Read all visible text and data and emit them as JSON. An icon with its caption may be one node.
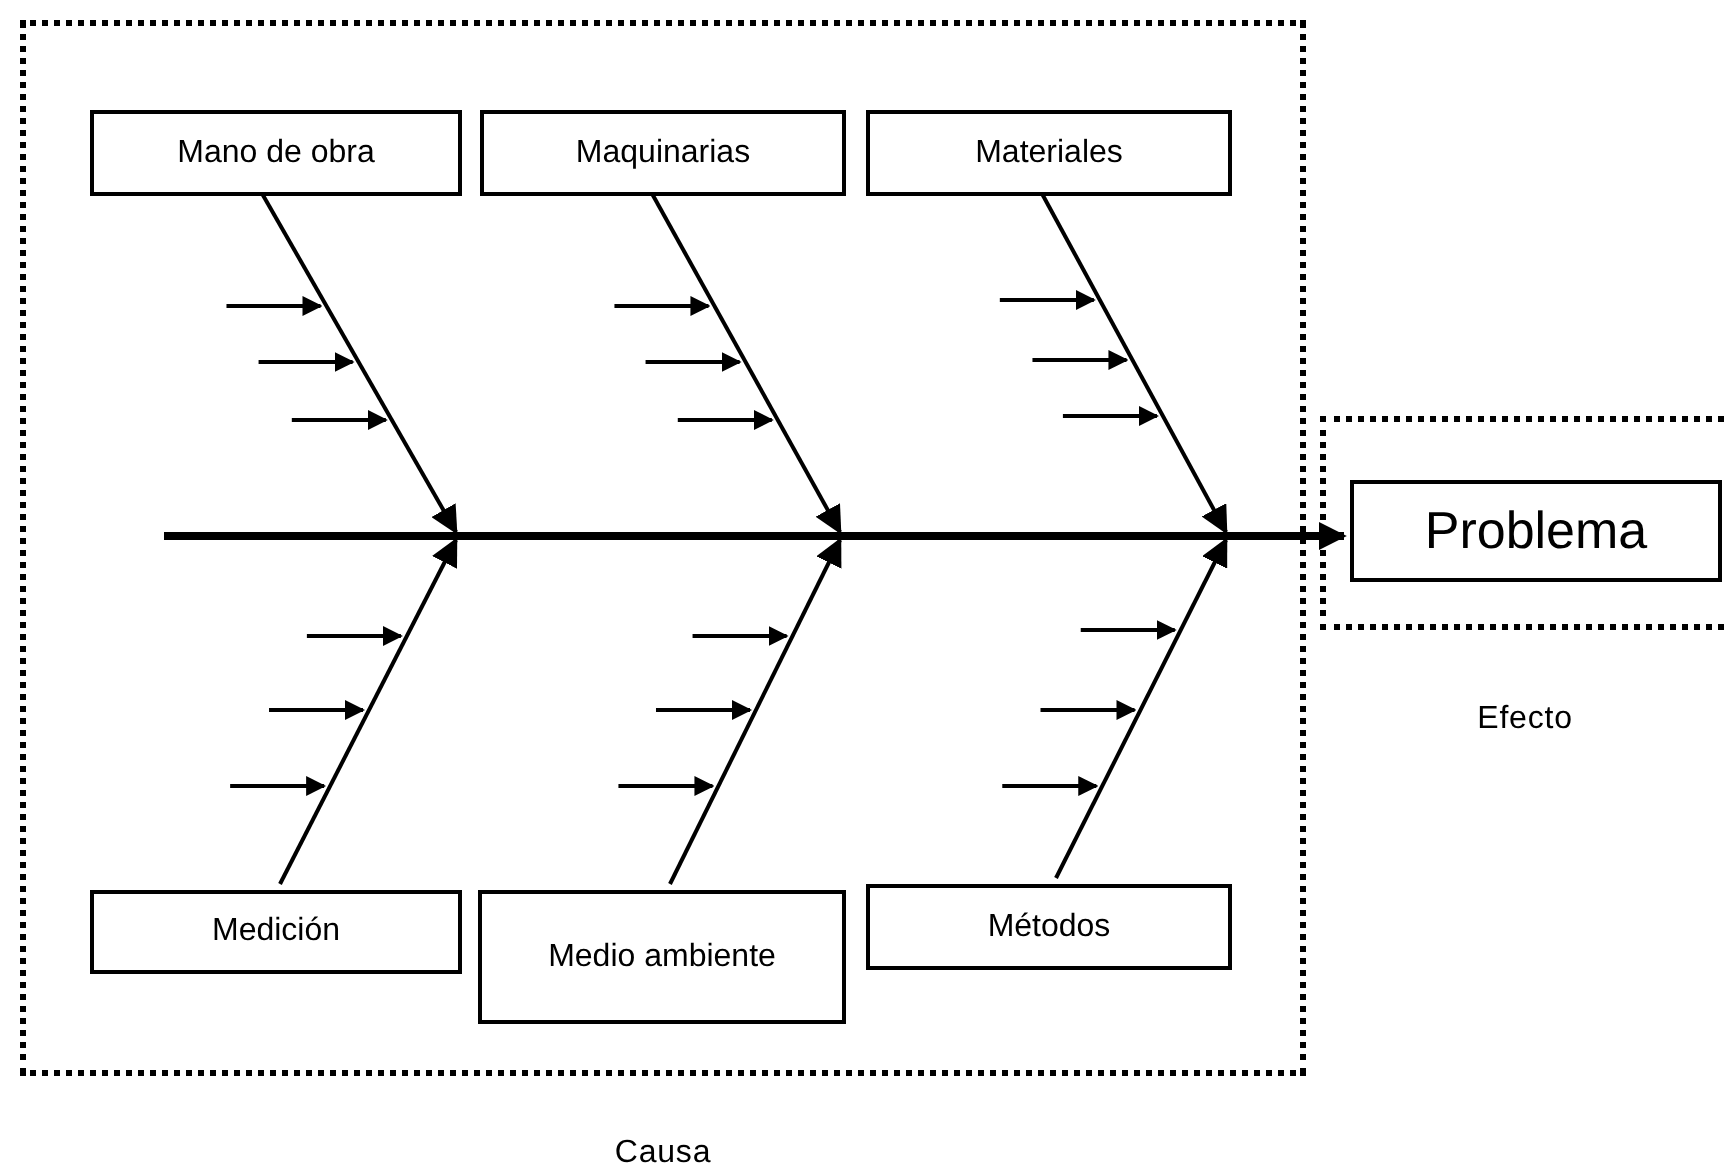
{
  "diagram": {
    "nodes": [
      {
        "text": [
          "Causa"
        ]
      },
      {
        "text": [
          "Mano de obra"
        ],
        "in": 0
      },
      {
        "text": [
          "Maquinarias"
        ],
        "in": 0
      },
      {
        "text": [
          "Materiales"
        ],
        "in": 0
      },
      {
        "text": [
          "Medición"
        ],
        "in": 0
      },
      {
        "text": [
          "Medio ambiente"
        ],
        "in": 0
      },
      {
        "text": [
          "Métodos"
        ],
        "in": 0
      },
      {
        "text": [
          "Efecto"
        ]
      },
      {
        "text": [
          "Problema"
        ],
        "in": 7
      }
    ],
    "edges": [
      {
        "from": 1,
        "to": null,
        "arrow": "to"
      },
      {
        "from": 2,
        "to": null,
        "arrow": "to"
      },
      {
        "from": 3,
        "to": null,
        "arrow": "to"
      },
      {
        "from": 4,
        "to": null,
        "arrow": "to"
      },
      {
        "from": 5,
        "to": null,
        "arrow": "to"
      },
      {
        "from": 6,
        "to": null,
        "arrow": "to"
      },
      {
        "from": null,
        "to": 8,
        "arrow": "to",
        "style": "thick"
      }
    ]
  }
}
